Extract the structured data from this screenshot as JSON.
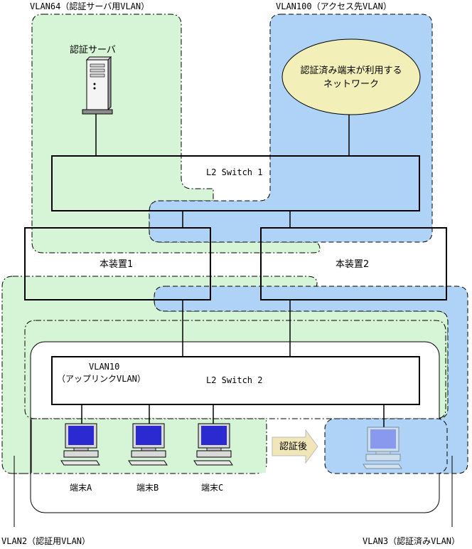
{
  "labels": {
    "vlan64": "VLAN64（認証サーバ用VLAN）",
    "vlan100": "VLAN100（アクセス先VLAN）",
    "auth_server": "認証サーバ",
    "network_line1": "認証済み端末が利用する",
    "network_line2": "ネットワーク",
    "l2switch1": "L2 Switch 1",
    "device1": "本装置1",
    "device2": "本装置2",
    "vlan10_line1": "VLAN10",
    "vlan10_line2": "（アップリンクVLAN）",
    "l2switch2": "L2 Switch 2",
    "after_auth": "認証後",
    "terminal_a": "端末A",
    "terminal_b": "端末B",
    "terminal_c": "端末C",
    "vlan2": "VLAN2（認証用VLAN）",
    "vlan3": "VLAN3（認証済みVLAN）"
  },
  "colors": {
    "green_region": "#d6f5d6",
    "blue_region": "#aed3f7",
    "network_ellipse": "#f2f0b8",
    "arrow_fill": "#f0e6b8",
    "monitor_screen": "#2a2ad0"
  }
}
